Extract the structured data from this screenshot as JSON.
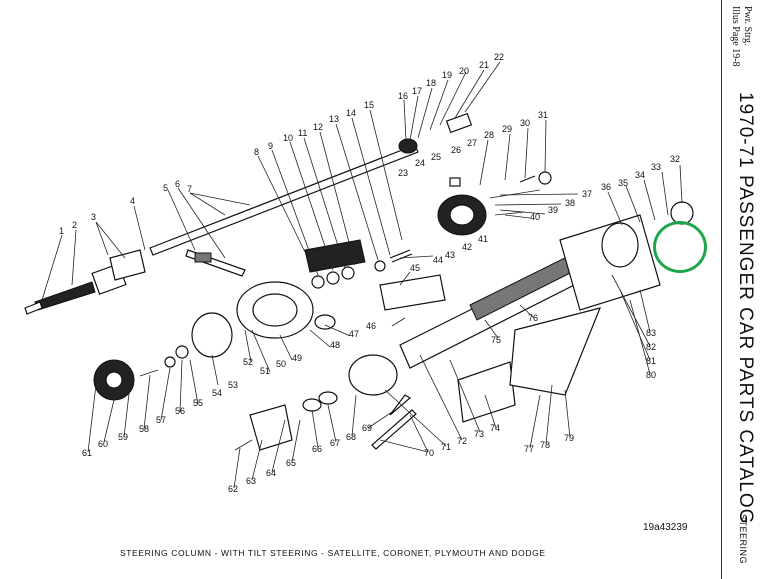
{
  "header": {
    "pwr_line1": "Pwr. Strg.",
    "page_line": "Illus Page 19-8",
    "catalog_title": "1970-71 PASSENGER CAR PARTS CATALOG",
    "section": "STEERING"
  },
  "figure": {
    "caption": "STEERING COLUMN - WITH TILT STEERING - SATELLITE, CORONET, PLYMOUTH AND DODGE",
    "ref_code": "19a43239"
  },
  "callouts": {
    "n1": "1",
    "n2": "2",
    "n3": "3",
    "n4": "4",
    "n5": "5",
    "n6": "6",
    "n7": "7",
    "n8": "8",
    "n9": "9",
    "n10": "10",
    "n11": "11",
    "n12": "12",
    "n13": "13",
    "n14": "14",
    "n15": "15",
    "n16": "16",
    "n17": "17",
    "n18": "18",
    "n19": "19",
    "n20": "20",
    "n21": "21",
    "n22": "22",
    "n23": "23",
    "n24": "24",
    "n25": "25",
    "n26": "26",
    "n27": "27",
    "n28": "28",
    "n29": "29",
    "n30": "30",
    "n31": "31",
    "n32": "32",
    "n33": "33",
    "n34": "34",
    "n35": "35",
    "n36": "36",
    "n37": "37",
    "n38": "38",
    "n39": "39",
    "n40": "40",
    "n41": "41",
    "n42": "42",
    "n43": "43",
    "n44": "44",
    "n45": "45",
    "n46": "46",
    "n47": "47",
    "n48": "48",
    "n49": "49",
    "n50": "50",
    "n51": "51",
    "n52": "52",
    "n53": "53",
    "n54": "54",
    "n55": "55",
    "n56": "56",
    "n57": "57",
    "n58": "58",
    "n59": "59",
    "n60": "60",
    "n61": "61",
    "n62": "62",
    "n63": "63",
    "n64": "64",
    "n65": "65",
    "n66": "66",
    "n67": "67",
    "n68": "68",
    "n69": "69",
    "n70": "70",
    "n71": "71",
    "n72": "72",
    "n73": "73",
    "n74": "74",
    "n75": "75",
    "n76": "76",
    "n77": "77",
    "n78": "78",
    "n79": "79",
    "n80": "80",
    "n81": "81",
    "n82": "82",
    "n83": "83"
  },
  "highlight_color": "#1fa64a"
}
